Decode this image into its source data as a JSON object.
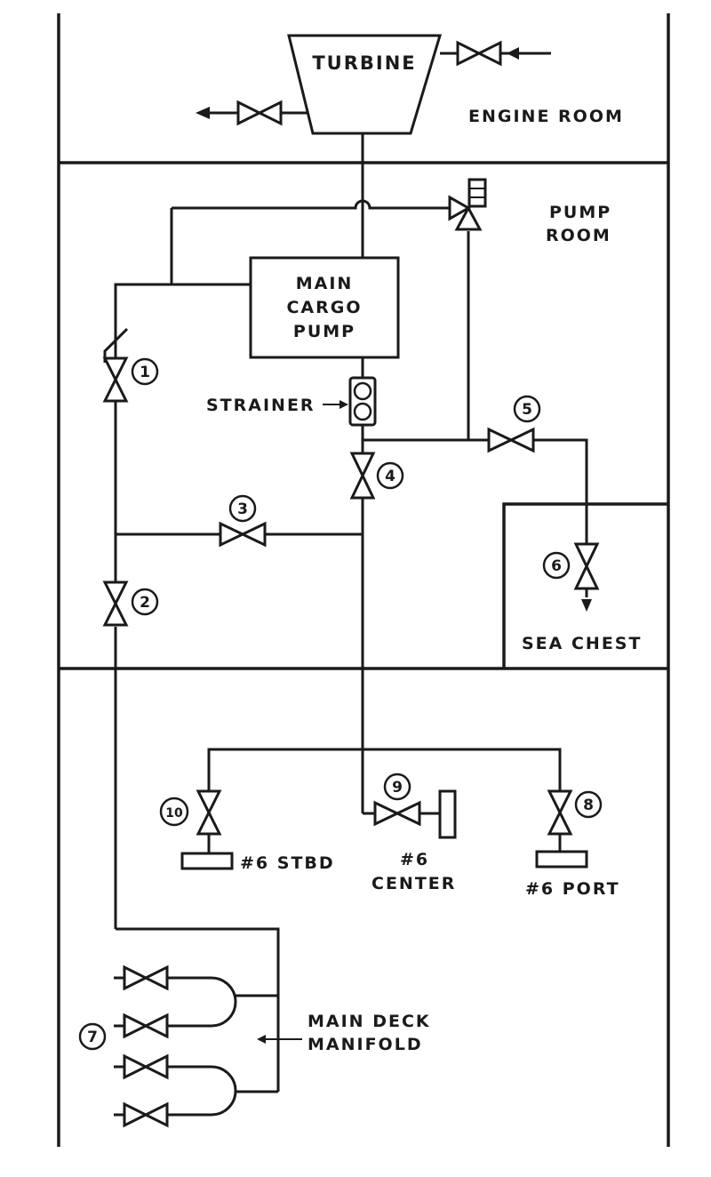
{
  "labels": {
    "turbine": "TURBINE",
    "engine_room": "ENGINE ROOM",
    "pump_room_1": "PUMP",
    "pump_room_2": "ROOM",
    "main_cargo_pump_1": "MAIN",
    "main_cargo_pump_2": "CARGO",
    "main_cargo_pump_3": "PUMP",
    "strainer": "STRAINER",
    "sea_chest": "SEA CHEST",
    "tank_stbd": "#6 STBD",
    "tank_center_1": "#6",
    "tank_center_2": "CENTER",
    "tank_port": "#6 PORT",
    "manifold_1": "MAIN DECK",
    "manifold_2": "MANIFOLD"
  },
  "valve_numbers": {
    "v1": "1",
    "v2": "2",
    "v3": "3",
    "v4": "4",
    "v5": "5",
    "v6": "6",
    "v7": "7",
    "v8": "8",
    "v9": "9",
    "v10": "10"
  }
}
